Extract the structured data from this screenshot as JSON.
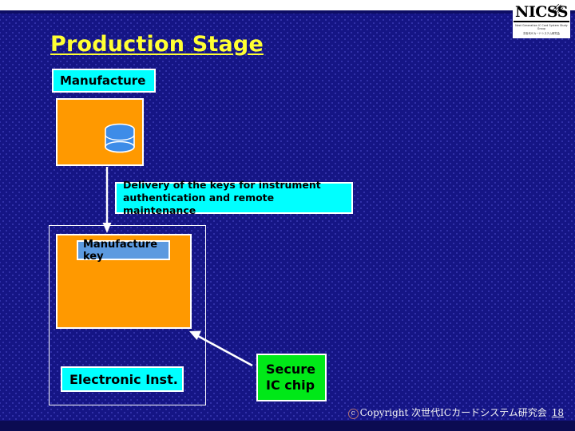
{
  "slide": {
    "title": "Production Stage",
    "page_number": "18"
  },
  "logo": {
    "mark": "NICSS",
    "subtitle_line1": "Next Generation IC Card System Study Group",
    "subtitle_line2": "次世代ICカードシステム研究会",
    "icon": "nicss-logo-icon"
  },
  "boxes": {
    "manufacture": "Manufacture",
    "manufacture_key": "Manufacture key",
    "electronic_inst": "Electronic Inst.",
    "secure_chip_line1": "Secure",
    "secure_chip_line2": "IC chip",
    "delivery_line1": "Delivery of the keys for instrument",
    "delivery_line2": "authentication and remote maintenance"
  },
  "icons": {
    "database": "database-cylinder-icon",
    "arrow_down": "arrow-down-icon",
    "arrow_diagonal": "arrow-up-left-icon"
  },
  "footer": {
    "copyright_mark": "c",
    "copyright_text": "Copyright 次世代ICカードシステム研究会"
  },
  "colors": {
    "background": "#151585",
    "title": "#ffff33",
    "cyan": "#00ffff",
    "orange": "#ff9900",
    "green": "#00e818",
    "blue": "#5c9ae0",
    "outline": "#ffffff"
  }
}
